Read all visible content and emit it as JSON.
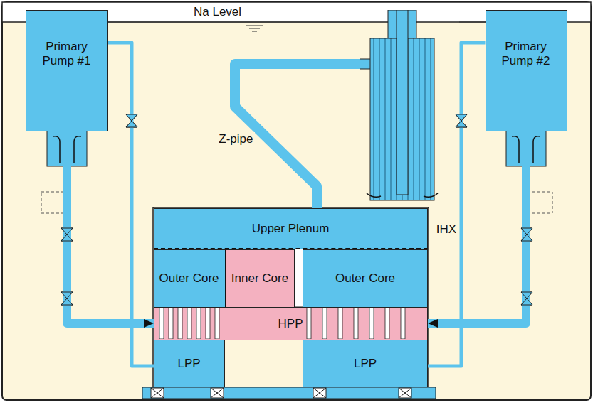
{
  "diagram": {
    "nodes": [
      {
        "text": [
          "Primary Pump #1"
        ]
      },
      {
        "text": [
          "IHX"
        ]
      },
      {
        "text": [
          "Primary Pump #2"
        ]
      },
      {
        "text": [
          "Upper Plenum"
        ]
      },
      {
        "text": [
          "Outer Core"
        ]
      },
      {
        "text": [
          "Inner Core"
        ]
      },
      {
        "text": [
          "Outer Core"
        ]
      },
      {
        "text": [
          "HPP"
        ]
      },
      {
        "text": [
          "LPP"
        ]
      },
      {
        "text": [
          "LPP"
        ]
      }
    ],
    "edges": [
      {
        "from": 3,
        "to": 1,
        "arrow": "none",
        "label": "Z-pipe"
      },
      {
        "from": 0,
        "to": 7,
        "arrow": "to"
      },
      {
        "from": 2,
        "to": 7,
        "arrow": "to"
      },
      {
        "from": 0,
        "to": 8,
        "arrow": "none"
      },
      {
        "from": 2,
        "to": 9,
        "arrow": "none"
      }
    ],
    "labels": [
      "Na Level"
    ]
  }
}
